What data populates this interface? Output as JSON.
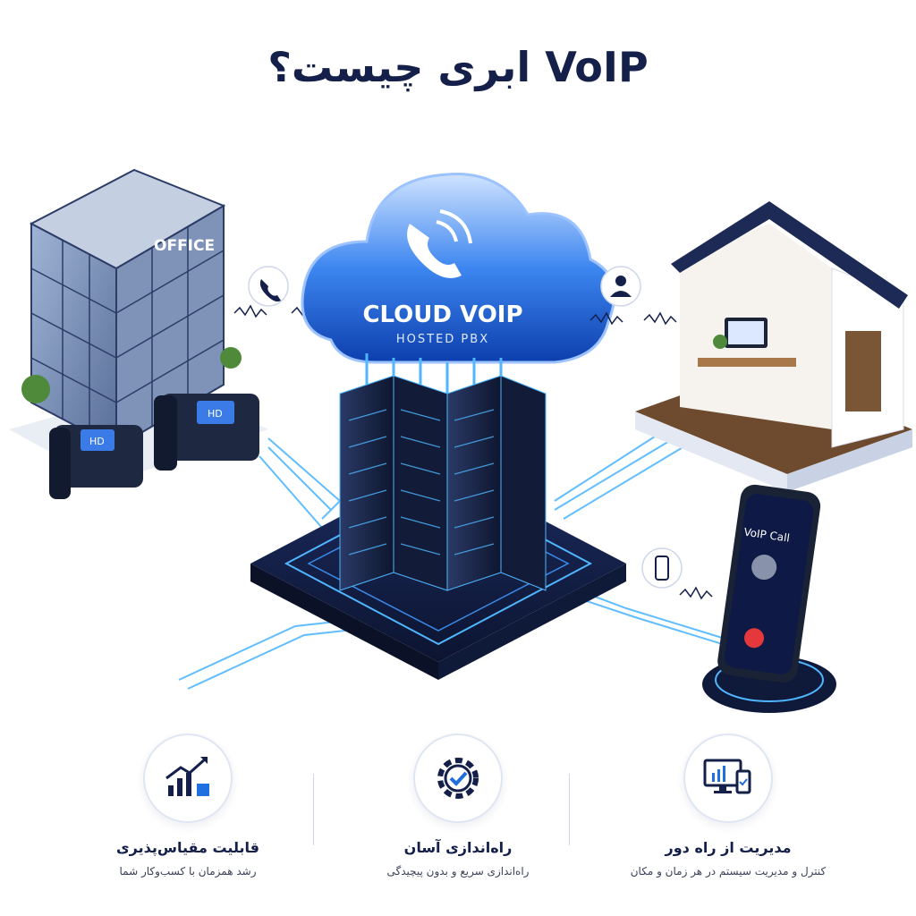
{
  "title": "VoIP ابری چیست؟",
  "office_sign": "OFFICE",
  "phone_screen_label": "HD",
  "cloud": {
    "line1": "CLOUD VOIP",
    "line2": "HOSTED PBX"
  },
  "mobile": {
    "call_label": "VoIP Call"
  },
  "colors": {
    "navy": "#14204a",
    "blue": "#1f6fe0",
    "glow": "#4fb6ff",
    "dark_server": "#1a2440"
  },
  "features": [
    {
      "icon": "growth-chart-icon",
      "title": "قابلیت مقیاس‌پذیری",
      "desc": "رشد همزمان با کسب‌وکار شما"
    },
    {
      "icon": "gear-check-icon",
      "title": "راه‌اندازی آسان",
      "desc": "راه‌اندازی سریع و بدون پیچیدگی"
    },
    {
      "icon": "monitor-phone-icon",
      "title": "مدیریت از راه دور",
      "desc": "کنترل و مدیریت سیستم در هر زمان و مکان"
    }
  ]
}
